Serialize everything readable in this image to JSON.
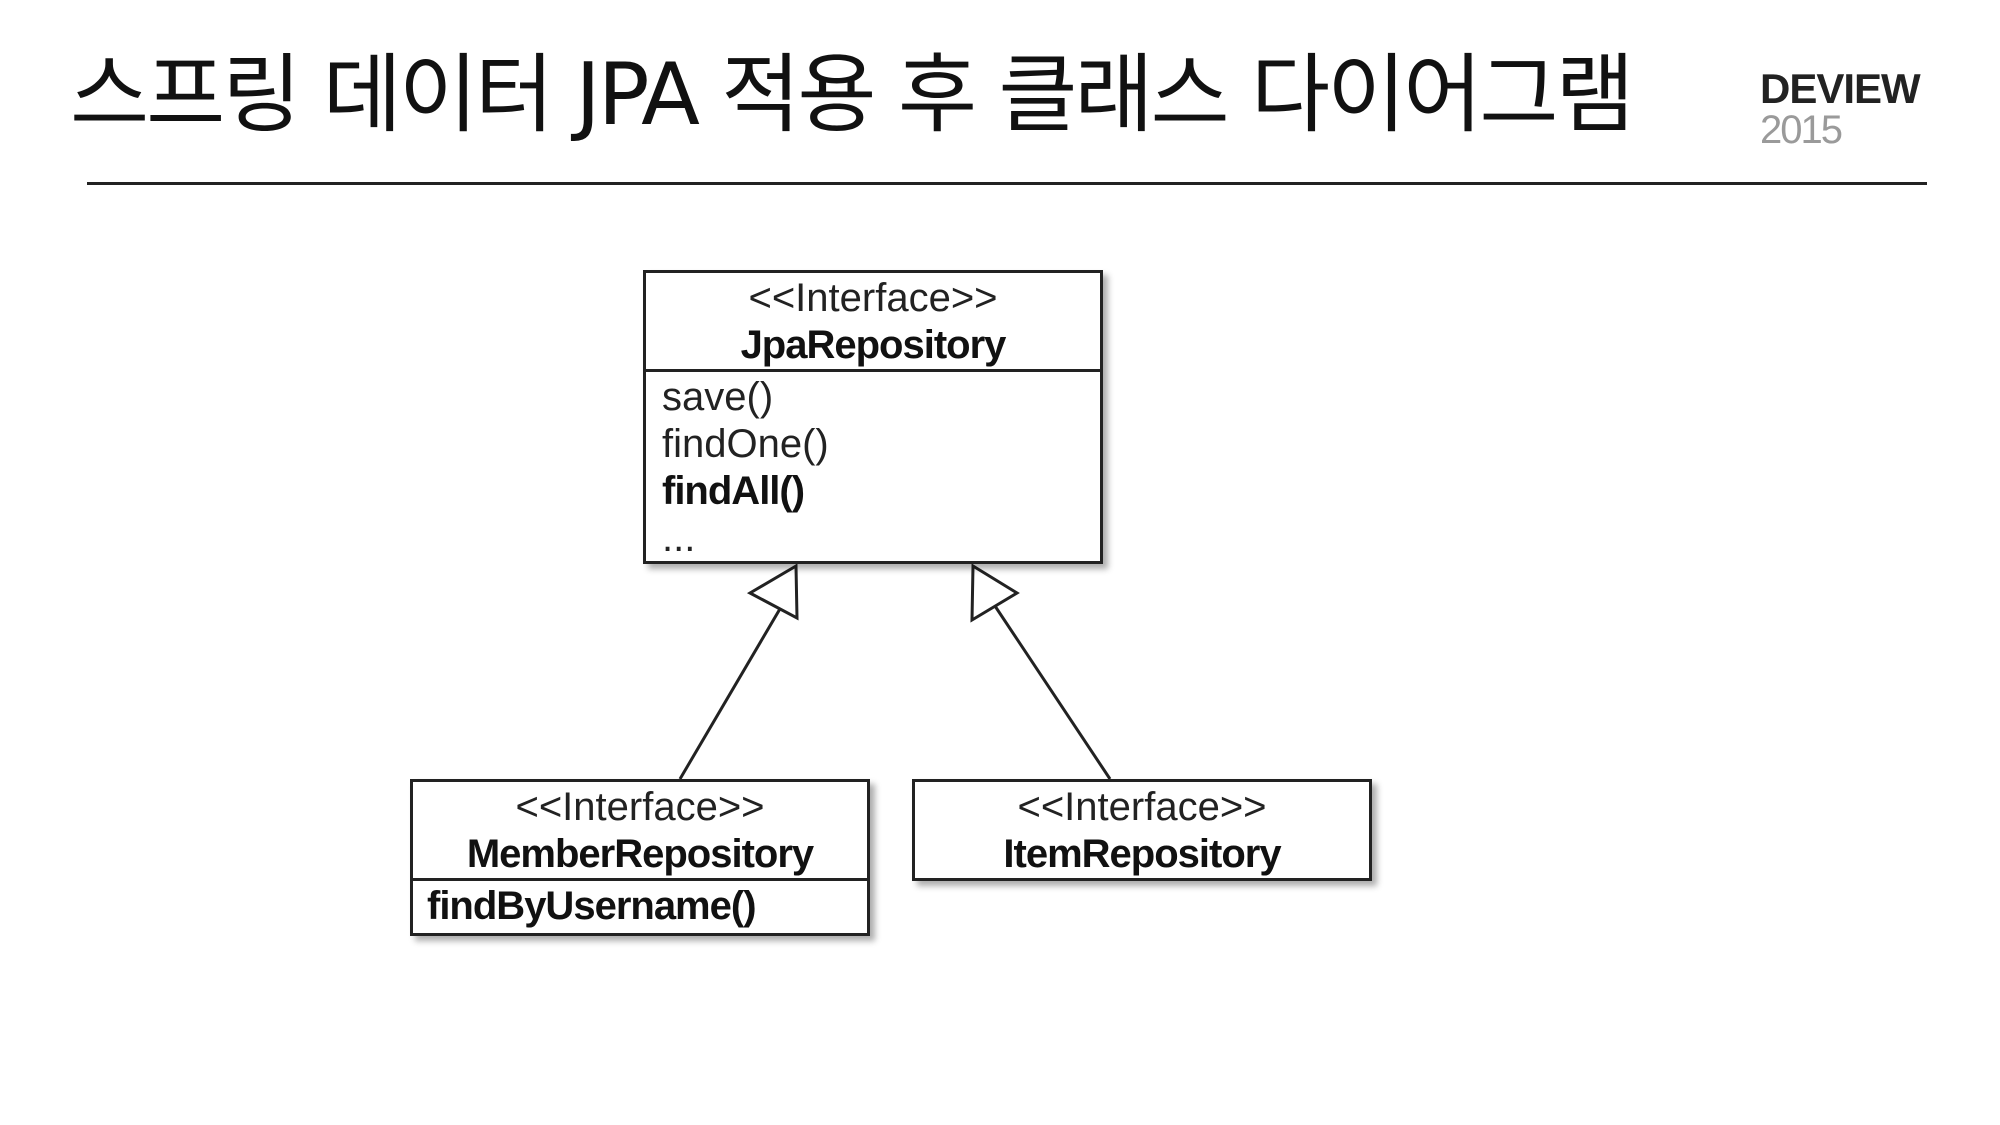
{
  "slide": {
    "title": "스프링 데이터 JPA 적용 후 클래스 다이어그램",
    "logo": {
      "name": "DEVIEW",
      "year": "2015"
    }
  },
  "diagram": {
    "parent": {
      "stereotype": "<<Interface>>",
      "name": "JpaRepository",
      "operations": [
        "save()",
        "findOne()",
        "findAll()",
        "..."
      ]
    },
    "children": [
      {
        "stereotype": "<<Interface>>",
        "name": "MemberRepository",
        "operations": [
          "findByUsername()"
        ]
      },
      {
        "stereotype": "<<Interface>>",
        "name": "ItemRepository",
        "operations": []
      }
    ],
    "relationship": "generalization"
  }
}
